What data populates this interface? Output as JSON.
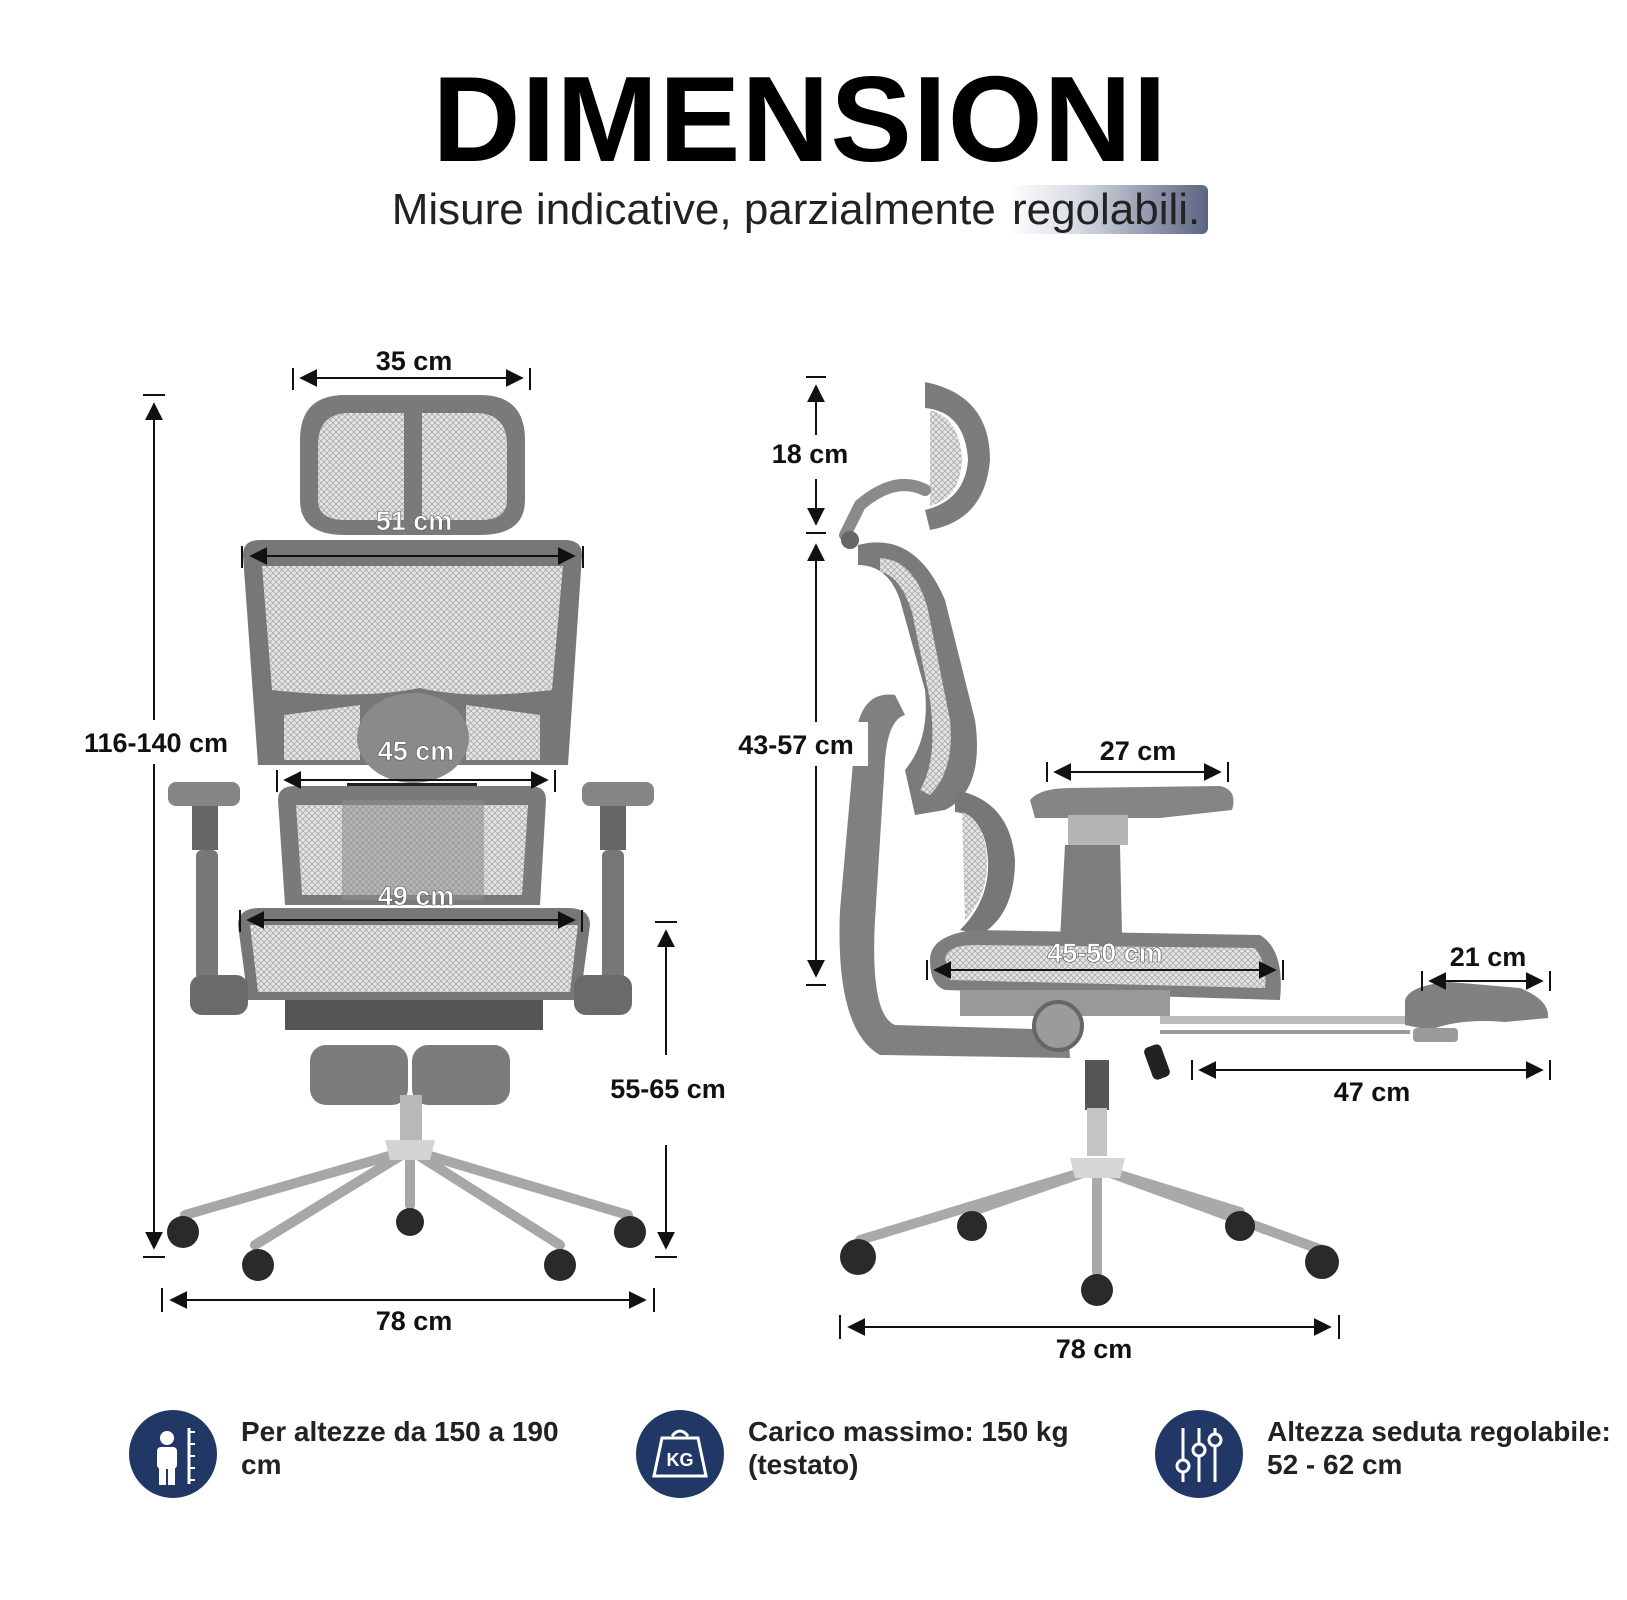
{
  "header": {
    "title": "DIMENSIONI",
    "subtitle_main": "Misure indicative, parzialmente ",
    "subtitle_highlight": "regolabili."
  },
  "front_view": {
    "headrest_width": "35 cm",
    "backrest_top_width": "51 cm",
    "lumbar_width": "45 cm",
    "seat_width": "49 cm",
    "total_height": "116-140 cm",
    "seat_height": "55-65 cm",
    "base_width": "78 cm"
  },
  "side_view": {
    "headrest_height": "18 cm",
    "backrest_height": "43-57 cm",
    "armrest_length": "27 cm",
    "seat_depth": "45-50 cm",
    "footrest_length": "21 cm",
    "footrest_extension": "47 cm",
    "base_depth": "78 cm"
  },
  "features": [
    {
      "icon": "person-height-icon",
      "text": "Per altezze da 150 a 190 cm"
    },
    {
      "icon": "kg-weight-icon",
      "text": "Carico massimo: 150 kg (testato)"
    },
    {
      "icon": "adjust-sliders-icon",
      "text": "Altezza seduta regolabile: 52 - 62 cm"
    }
  ],
  "colors": {
    "badge": "#213766",
    "frame": "#6e6e6e",
    "mesh": "#d9d9d9"
  }
}
